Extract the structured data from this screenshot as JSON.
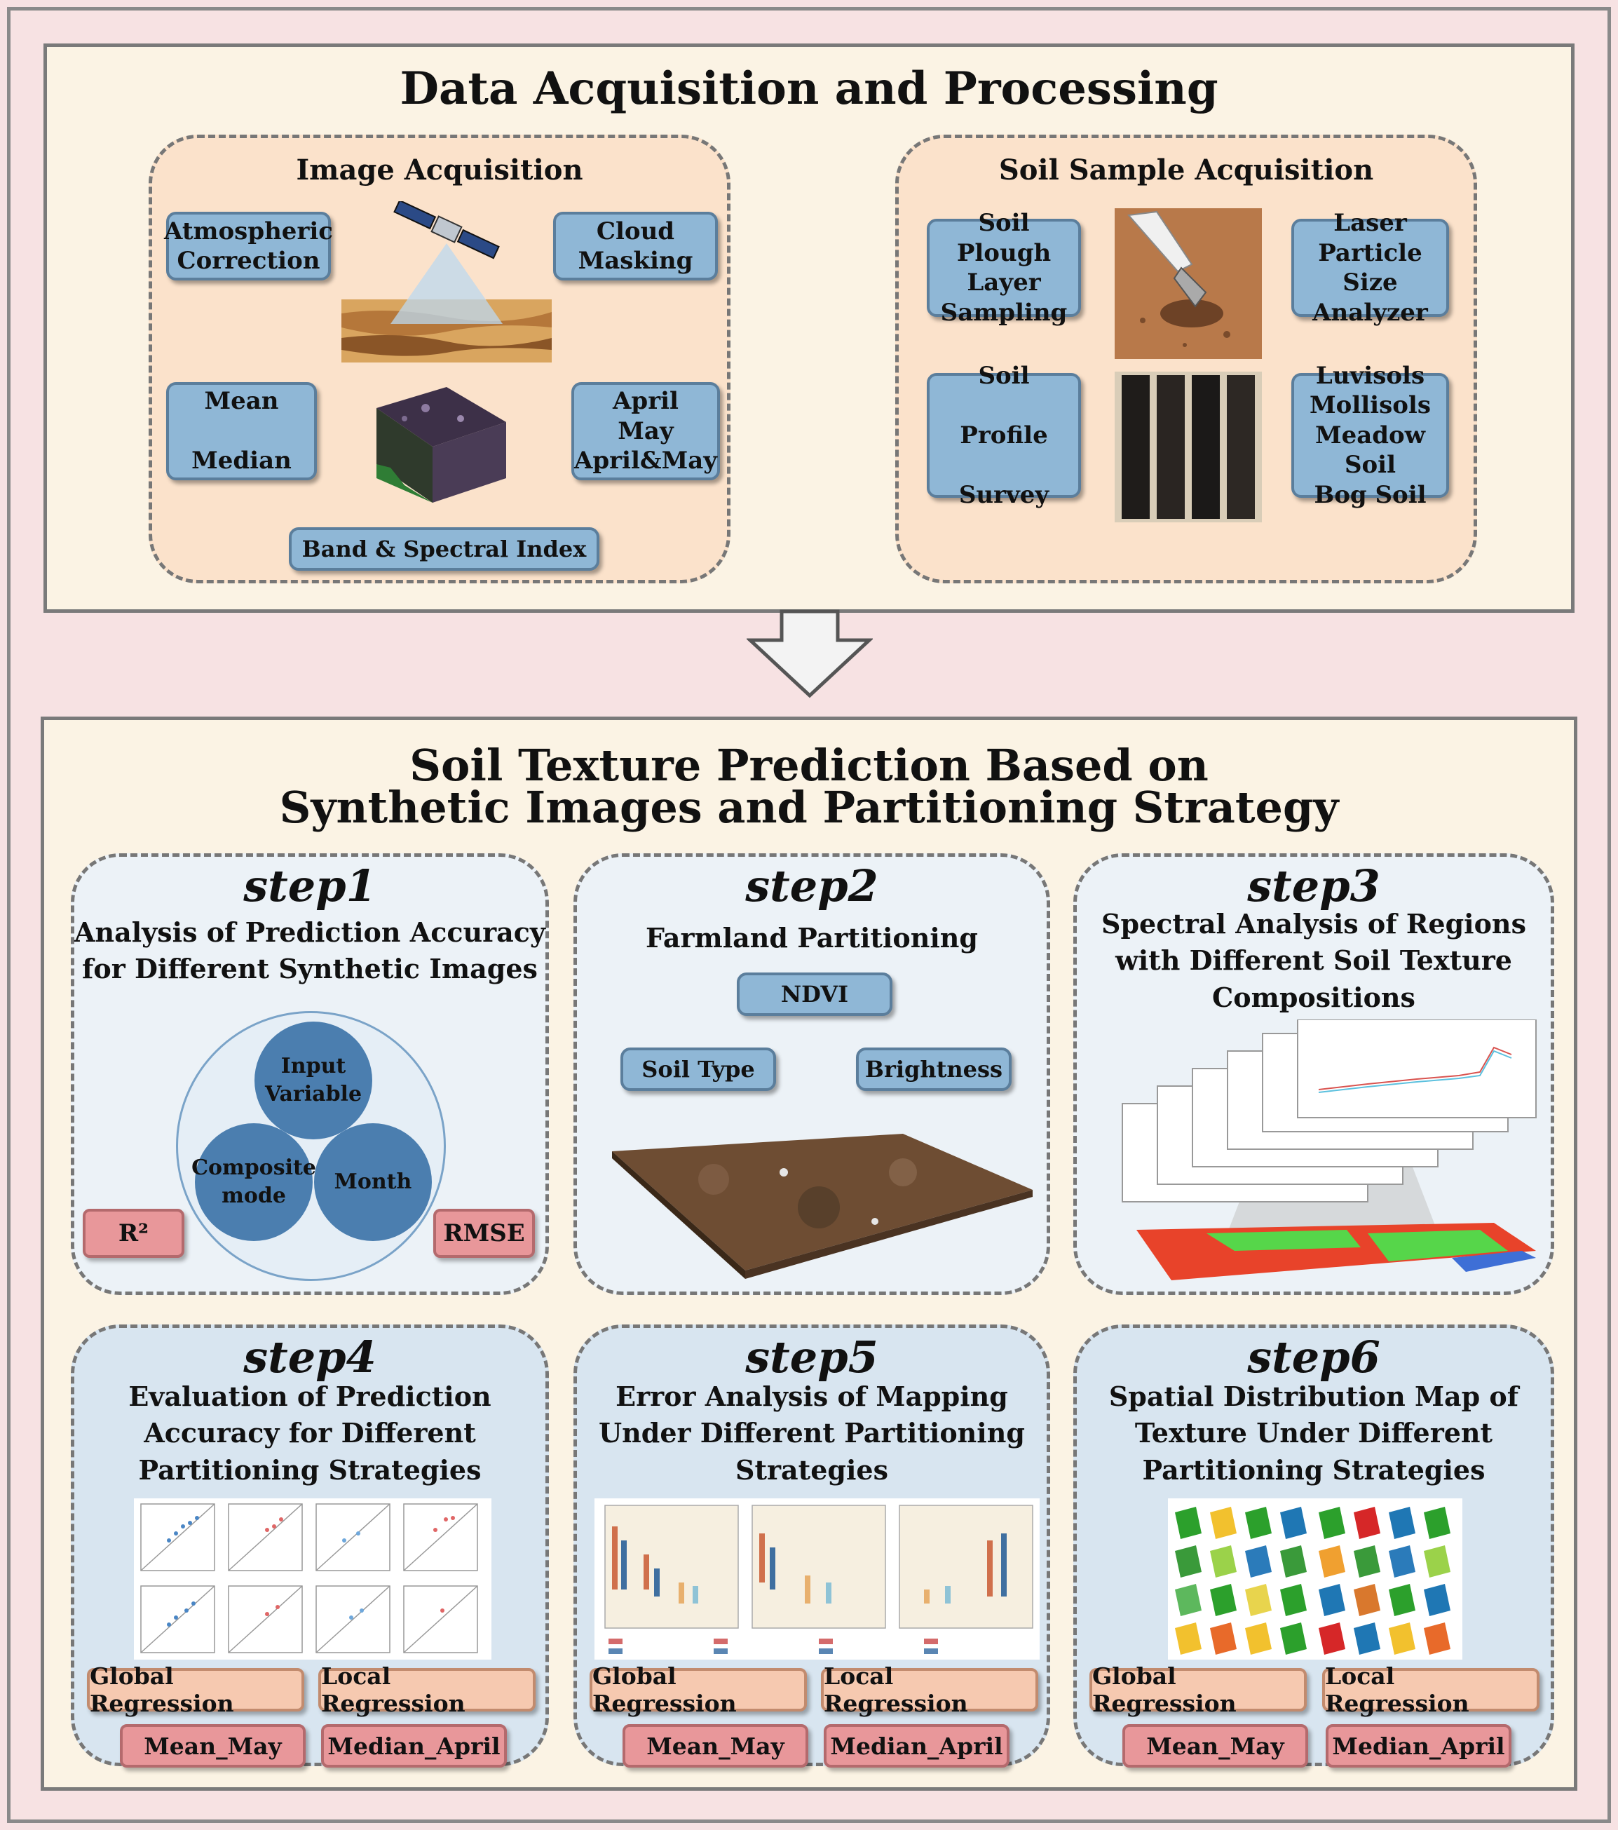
{
  "top": {
    "title": "Data Acquisition and Processing",
    "image_acq": {
      "title": "Image Acquisition",
      "atmospheric": "Atmospheric\nCorrection",
      "cloud": "Cloud\nMasking",
      "meanmedian": "Mean\n\nMedian",
      "months": "April\nMay\nApril&May",
      "band": "Band & Spectral Index"
    },
    "soil_acq": {
      "title": "Soil Sample Acquisition",
      "plough": "Soil Plough\nLayer\nSampling",
      "laser": "Laser\nParticle Size\nAnalyzer",
      "profile": "Soil\n\nProfile\n\nSurvey",
      "soils": "Luvisols\nMollisols\nMeadow Soil\nBog Soil"
    }
  },
  "bottom": {
    "title_line1": "Soil Texture Prediction Based on",
    "title_line2": "Synthetic Images and Partitioning Strategy",
    "step1": {
      "label": "step1",
      "title": "Analysis of Prediction Accuracy\nfor Different Synthetic Images",
      "c1": "Input\nVariable",
      "c2": "Composite\nmode",
      "c3": "Month",
      "r2": "R²",
      "rmse": "RMSE"
    },
    "step2": {
      "label": "step2",
      "title": "Farmland Partitioning",
      "ndvi": "NDVI",
      "soiltype": "Soil Type",
      "brightness": "Brightness"
    },
    "step3": {
      "label": "step3",
      "title": "Spectral Analysis of Regions\nwith Different Soil Texture\nCompositions"
    },
    "step4": {
      "label": "step4",
      "title": "Evaluation of Prediction\nAccuracy for Different\nPartitioning Strategies",
      "global": "Global Regression",
      "local": "Local Regression",
      "mean": "Mean_May",
      "median": "Median_April"
    },
    "step5": {
      "label": "step5",
      "title": "Error Analysis of Mapping\nUnder Different Partitioning\nStrategies",
      "global": "Global Regression",
      "local": "Local Regression",
      "mean": "Mean_May",
      "median": "Median_April"
    },
    "step6": {
      "label": "step6",
      "title": "Spatial Distribution Map of\nTexture Under Different\nPartitioning Strategies",
      "global": "Global Regression",
      "local": "Local Regression",
      "mean": "Mean_May",
      "median": "Median_April"
    }
  }
}
